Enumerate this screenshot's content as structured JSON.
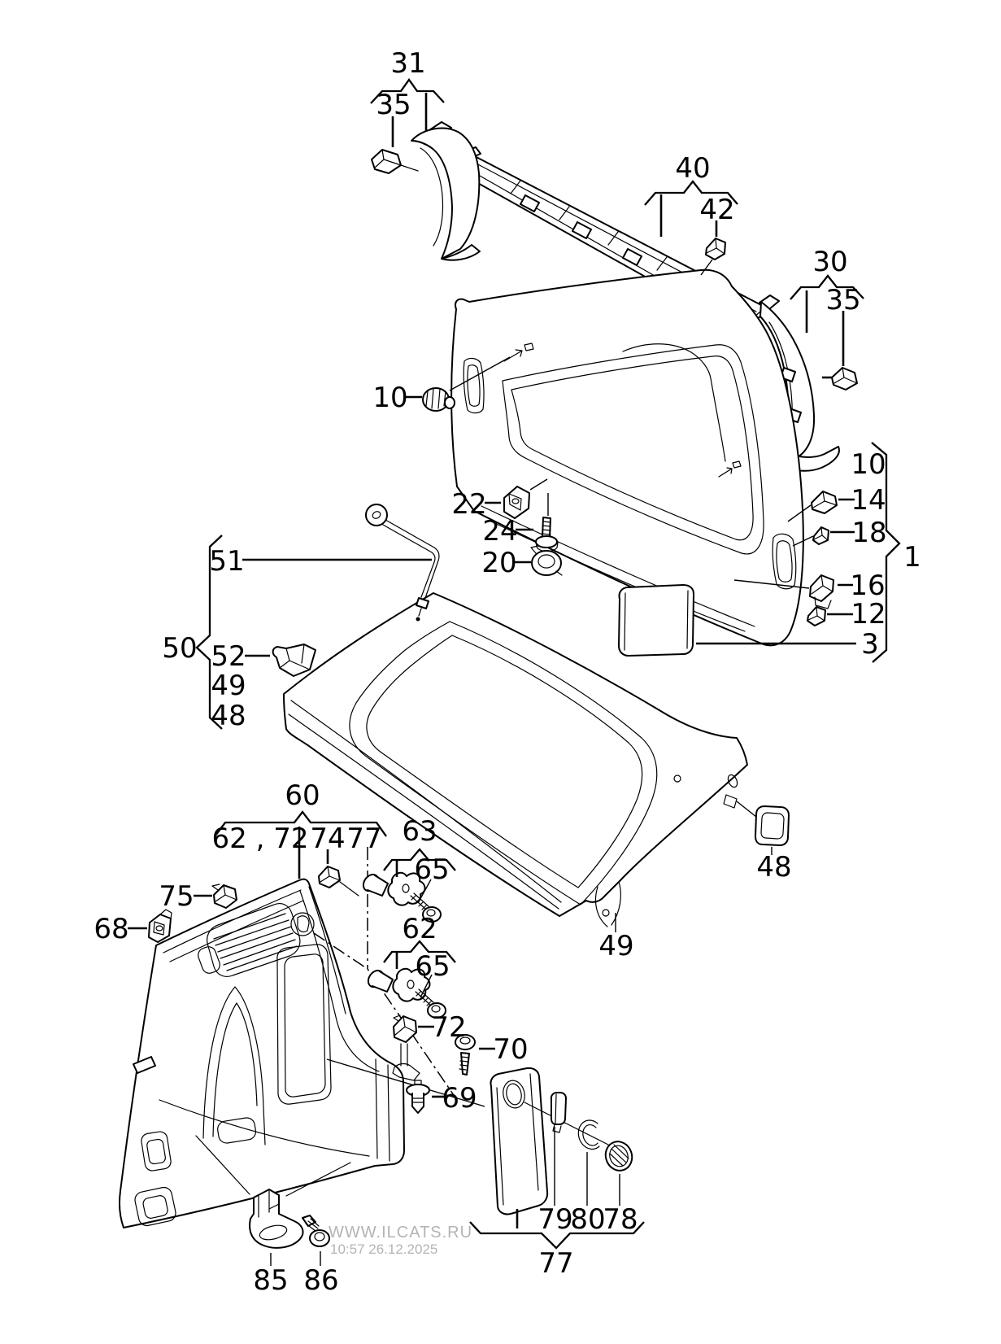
{
  "diagram": {
    "type": "exploded-parts-diagram",
    "subject": "tailgate and luggage compartment trim",
    "colors": {
      "line": "#000000",
      "background": "#ffffff",
      "watermark": "#b4b4b4"
    },
    "labels": {
      "n31": "31",
      "n35_top": "35",
      "n40": "40",
      "n42": "42",
      "n30": "30",
      "n35_right": "35",
      "n10_panel": "10",
      "n22": "22",
      "n24": "24",
      "n20": "20",
      "n10_list": "10",
      "n14": "14",
      "n18": "18",
      "n1": "1",
      "n16": "16",
      "n12": "12",
      "n3": "3",
      "n51": "51",
      "n50": "50",
      "n52": "52",
      "n49_group": "49",
      "n48_group": "48",
      "n60": "60",
      "n62_72": "62 , 72",
      "n74": "74",
      "n77_top": "77",
      "n63": "63",
      "n65_upper": "65",
      "n62": "62",
      "n65_lower": "65",
      "n75": "75",
      "n68": "68",
      "n72": "72",
      "n70": "70",
      "n69": "69",
      "n48_shelf": "48",
      "n49_shelf": "49",
      "n79": "79",
      "n80": "80",
      "n78": "78",
      "n77_bracket": "77",
      "n85": "85",
      "n86": "86"
    },
    "watermark": {
      "site": "WWW.ILCATS.RU",
      "timestamp": "10:57 26.12.2025"
    }
  }
}
